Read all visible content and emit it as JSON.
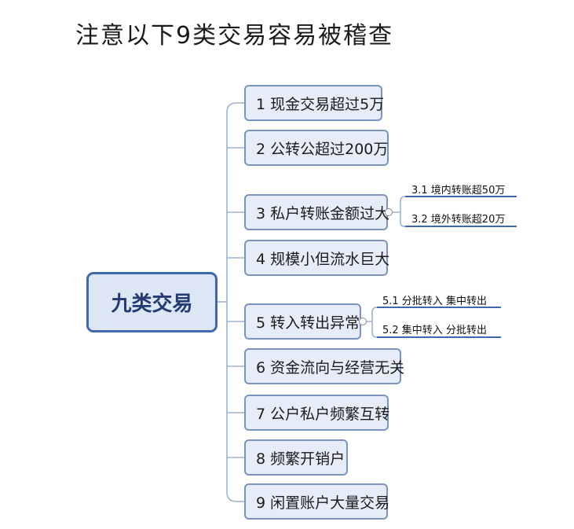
{
  "title": "注意以下9类交易容易被稽查",
  "root": "九类交易",
  "branches": [
    {
      "label": "1 现金交易超过5万"
    },
    {
      "label": "2 公转公超过200万"
    },
    {
      "label": "3 私户转账金额过大",
      "children": [
        "3.1  境内转账超50万",
        "3.2  境外转账超20万"
      ]
    },
    {
      "label": "4 规模小但流水巨大"
    },
    {
      "label": "5 转入转出异常",
      "children": [
        "5.1  分批转入 集中转出",
        "5.2  集中转入 分批转出"
      ]
    },
    {
      "label": "6 资金流向与经营无关"
    },
    {
      "label": "7 公户私户频繁互转"
    },
    {
      "label": "8 频繁开销户"
    },
    {
      "label": "9 闲置账户大量交易"
    }
  ],
  "colors": {
    "root_border": "#3f69ae",
    "node_border": "#7b93bf",
    "node_fill": "#e7edf8",
    "connector": "#9fb3cd",
    "sub_underline": "#3f69ae"
  }
}
